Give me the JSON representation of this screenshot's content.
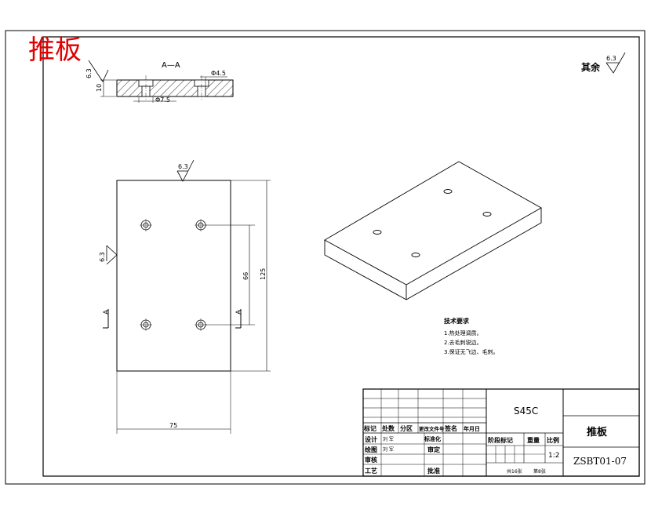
{
  "header": {
    "red_title": "推板"
  },
  "section_view": {
    "label": "A—A",
    "roughness": "6.3",
    "thickness": "10",
    "dim_hole": "Φ4.5",
    "dim_counterbore": "Φ7.5"
  },
  "roughness_other": {
    "label": "其余",
    "value": "6.3"
  },
  "plan_view": {
    "roughness_top": "6.3",
    "roughness_left": "6.3",
    "dim_width": "75",
    "dim_height": "125",
    "dim_hole_spacing": "66",
    "section_mark": "A"
  },
  "tech_requirements": {
    "title": "技术要求",
    "items": [
      "1.热处理调质。",
      "2.去毛刺锐边。",
      "3.保证无飞边、毛刺。"
    ]
  },
  "title_block": {
    "material": "S45C",
    "part_name": "推板",
    "drawing_no": "ZSBT01-07",
    "scale": "1:2",
    "hdr_mark": "标记",
    "hdr_count": "处数",
    "hdr_zone": "分区",
    "hdr_change": "更改文件号",
    "hdr_sign": "签名",
    "hdr_date": "年月日",
    "row_design": "设计",
    "row_draw": "绘图",
    "row_check": "审核",
    "row_process": "工艺",
    "person_design": "刘 军",
    "person_draw": "刘 军",
    "std": "标准化",
    "review": "审定",
    "approve": "批准",
    "stage_mark": "阶段标记",
    "weight": "重量",
    "scale_label": "比例",
    "sheets_total": "共16张",
    "sheet_no": "第8张"
  }
}
